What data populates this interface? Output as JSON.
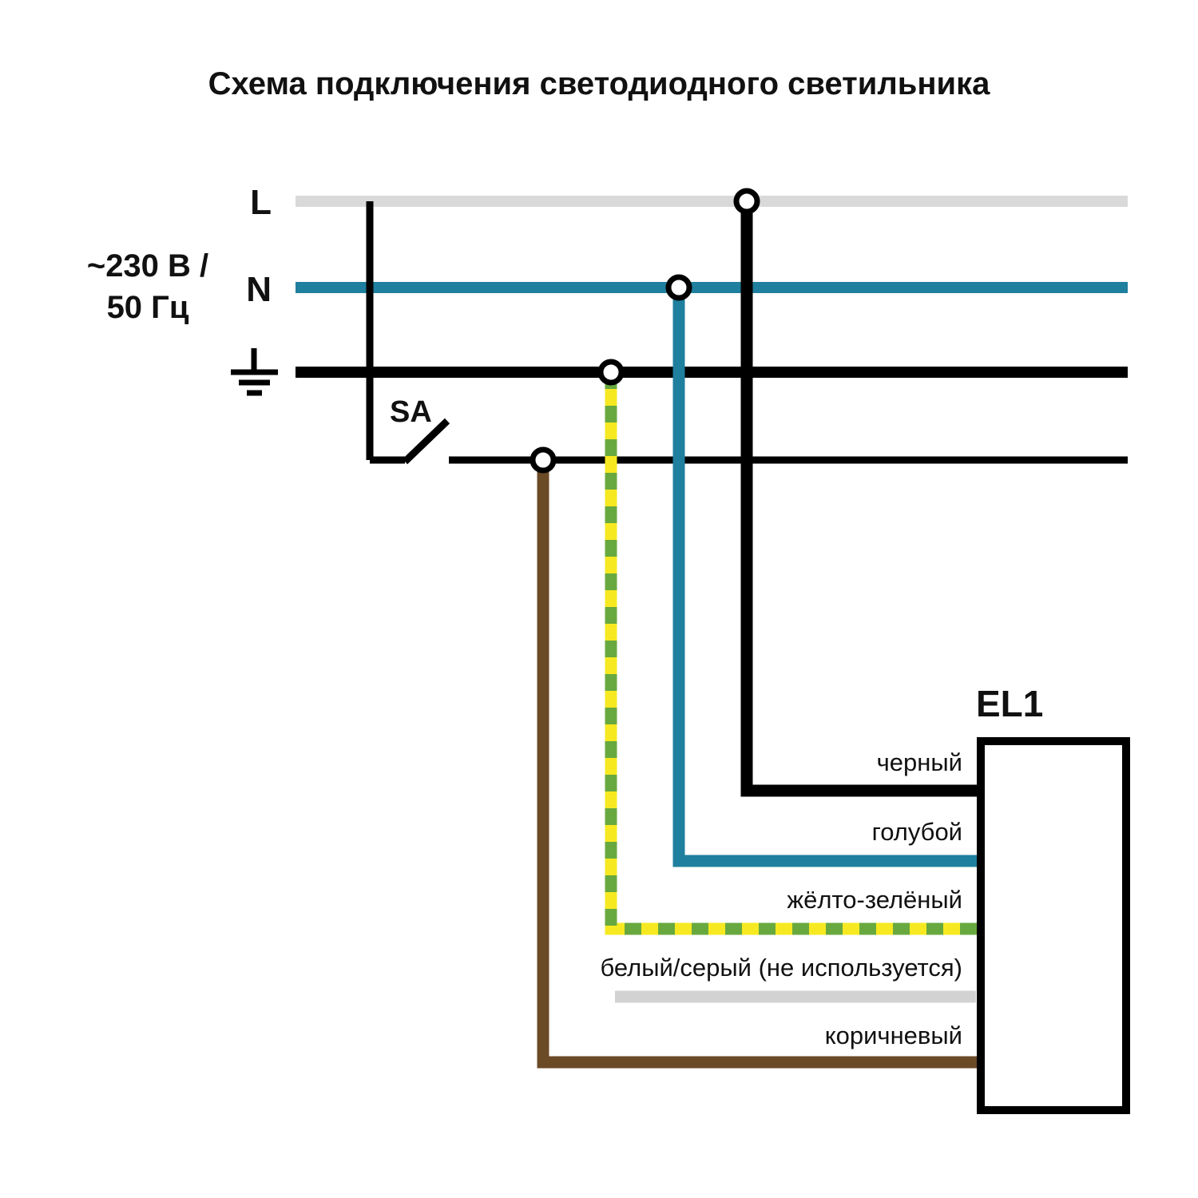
{
  "title": "Схема подключения светодиодного светильника",
  "power_source": {
    "line_label": "L",
    "neutral_label": "N",
    "voltage_line1": "~230 В /",
    "voltage_line2": "50 Гц"
  },
  "switch_label": "SA",
  "luminaire_label": "EL1",
  "wire_labels": {
    "black": "черный",
    "blue": "голубой",
    "yellow_green": "жёлто-зелёный",
    "white_gray": "белый/серый (не используется)",
    "brown": "коричневый"
  },
  "colors": {
    "line_gray": "#d9d9d9",
    "neutral_teal": "#1f7f9e",
    "black": "#000000",
    "yellow": "#f7e921",
    "green": "#68a93f",
    "unused_gray": "#d2d2d2",
    "brown": "#6b4a26"
  }
}
